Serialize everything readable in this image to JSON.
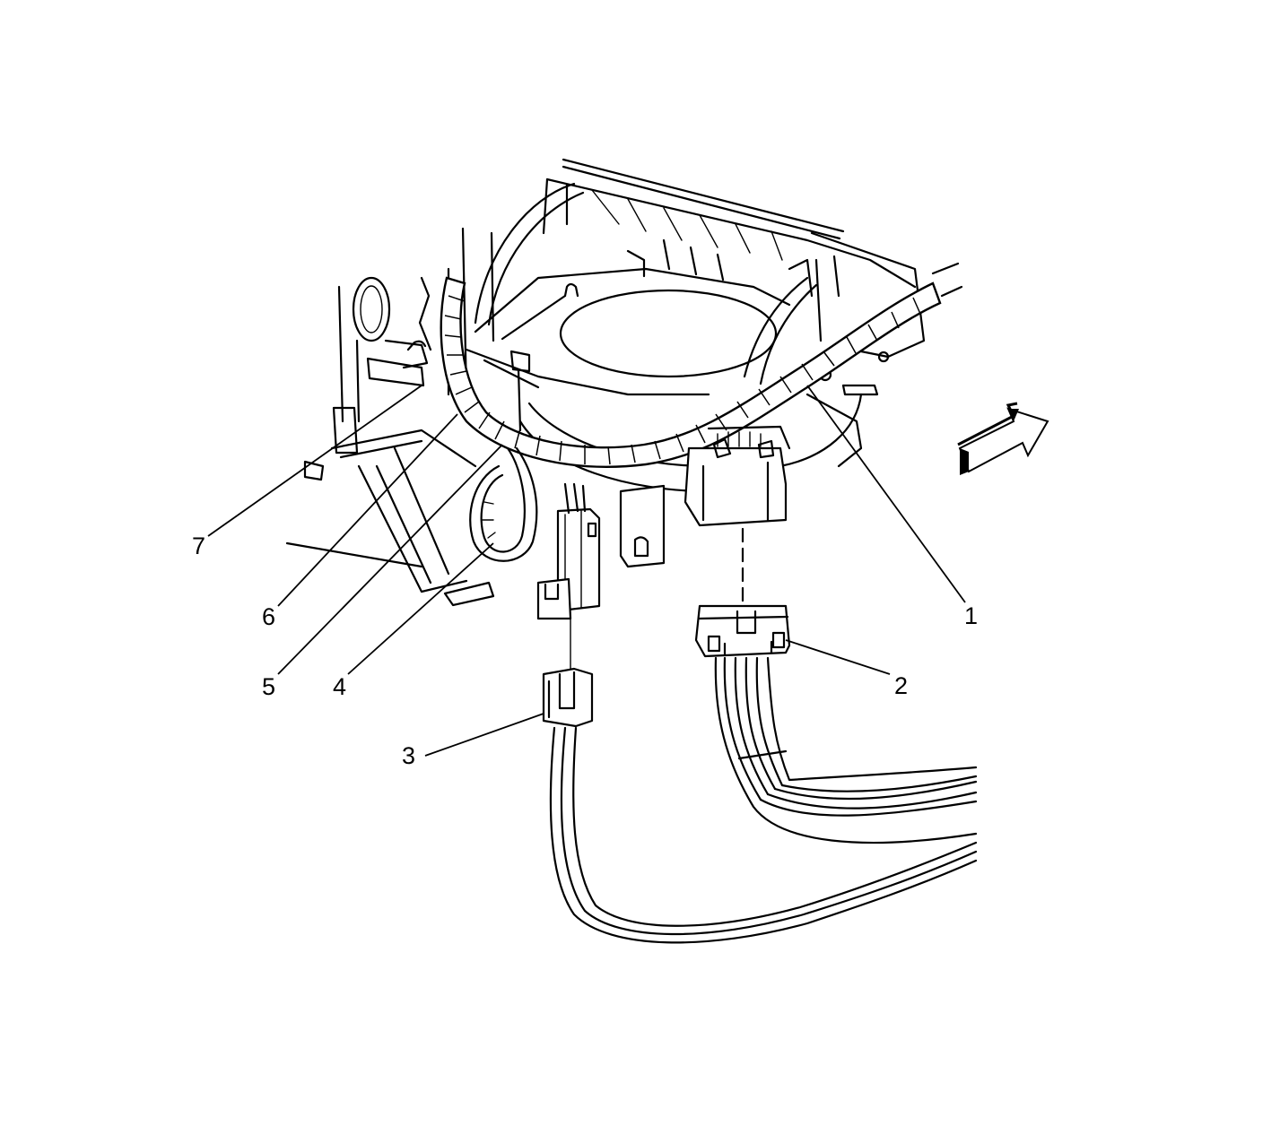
{
  "callouts": [
    {
      "id": "1",
      "label": "1"
    },
    {
      "id": "2",
      "label": "2"
    },
    {
      "id": "3",
      "label": "3"
    },
    {
      "id": "4",
      "label": "4"
    },
    {
      "id": "5",
      "label": "5"
    },
    {
      "id": "6",
      "label": "6"
    },
    {
      "id": "7",
      "label": "7"
    }
  ],
  "icons": {
    "direction_arrow": "forward-arrow-icon"
  }
}
